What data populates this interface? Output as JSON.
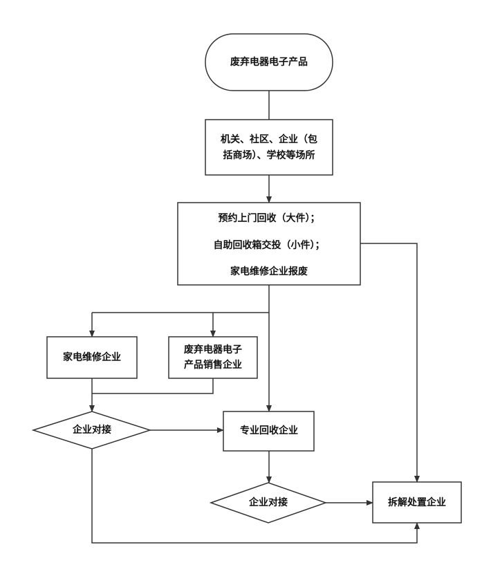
{
  "nodes": {
    "start": "废弃电器电子产品",
    "sources": [
      "机关、社区、企业（包",
      "括商场）、学校等场所"
    ],
    "collection": [
      "预约上门回收（大件）；",
      "自助回收箱交投（小件）；",
      "家电维修企业报废"
    ],
    "repair": "家电维修企业",
    "sales": [
      "废弃电器电子",
      "产品销售企业"
    ],
    "docking_left": "企业对接",
    "recycler": "专业回收企业",
    "docking_mid": "企业对接",
    "dismantler": "拆解处置企业"
  },
  "colors": {
    "stroke": "#333333",
    "text": "#111111",
    "background": "#ffffff"
  }
}
